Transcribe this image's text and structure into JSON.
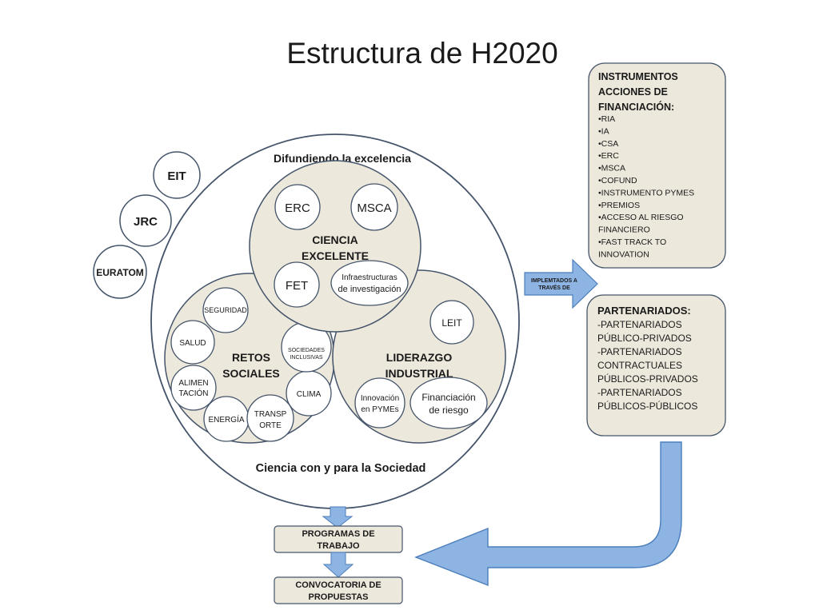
{
  "title": "Estructura de H2020",
  "colors": {
    "circle_fill": "#ede8dc",
    "circle_stroke": "#44546a",
    "box_fill": "#ede8dc",
    "box_stroke": "#44546a",
    "arrow_fill": "#8eb4e3",
    "arrow_stroke": "#4a7ebb",
    "small_circle_fill": "#ffffff"
  },
  "outer_bodies": {
    "eit": "EIT",
    "jrc": "JRC",
    "euratom": "EURATOM"
  },
  "main_circle": {
    "top_label": "Difundiendo la excelencia",
    "bottom_label": "Ciencia con y para la Sociedad"
  },
  "ciencia_excelente": {
    "title_line1": "CIENCIA",
    "title_line2": "EXCELENTE",
    "erc": "ERC",
    "msca": "MSCA",
    "fet": "FET",
    "infra_line1": "Infraestructuras",
    "infra_line2": "de investigación"
  },
  "retos_sociales": {
    "title_line1": "RETOS",
    "title_line2": "SOCIALES",
    "seguridad": "SEGURIDAD",
    "salud": "SALUD",
    "alimentacion_line1": "ALIMEN",
    "alimentacion_line2": "TACIÓN",
    "energia": "ENERGÍA",
    "transporte_line1": "TRANSP",
    "transporte_line2": "ORTE",
    "clima": "CLIMA",
    "sociedades_line1": "SOCIEDADES",
    "sociedades_line2": "INCLUSIVAS"
  },
  "liderazgo_industrial": {
    "title_line1": "LIDERAZGO",
    "title_line2": "INDUSTRIAL",
    "leit": "LEIT",
    "pymes_line1": "Innovación",
    "pymes_line2": "en PYMEs",
    "riesgo_line1": "Financiación",
    "riesgo_line2": "de riesgo"
  },
  "arrow_label_line1": "IMPLEMTADOS A",
  "arrow_label_line2": "TRAVÉS DE",
  "instrumentos": {
    "heading_lines": [
      "INSTRUMENTOS",
      "ACCIONES DE",
      "FINANCIACIÓN:"
    ],
    "items": [
      "•RIA",
      "•IA",
      "•CSA",
      "•ERC",
      "•MSCA",
      "•COFUND",
      "•INSTRUMENTO PYMES",
      "•PREMIOS",
      "•ACCESO AL RIESGO",
      "FINANCIERO",
      "•FAST TRACK TO",
      "INNOVATION"
    ]
  },
  "partenariados": {
    "heading": "PARTENARIADOS:",
    "lines": [
      "-PARTENARIADOS",
      "PÚBLICO-PRIVADOS",
      "-PARTENARIADOS",
      "CONTRACTUALES",
      "PÚBLICOS-PRIVADOS",
      "-PARTENARIADOS",
      "PÚBLICOS-PÚBLICOS"
    ]
  },
  "programas": {
    "line1": "PROGRAMAS DE",
    "line2": "TRABAJO"
  },
  "convocatoria": {
    "line1": "CONVOCATORIA DE",
    "line2": "PROPUESTAS"
  }
}
